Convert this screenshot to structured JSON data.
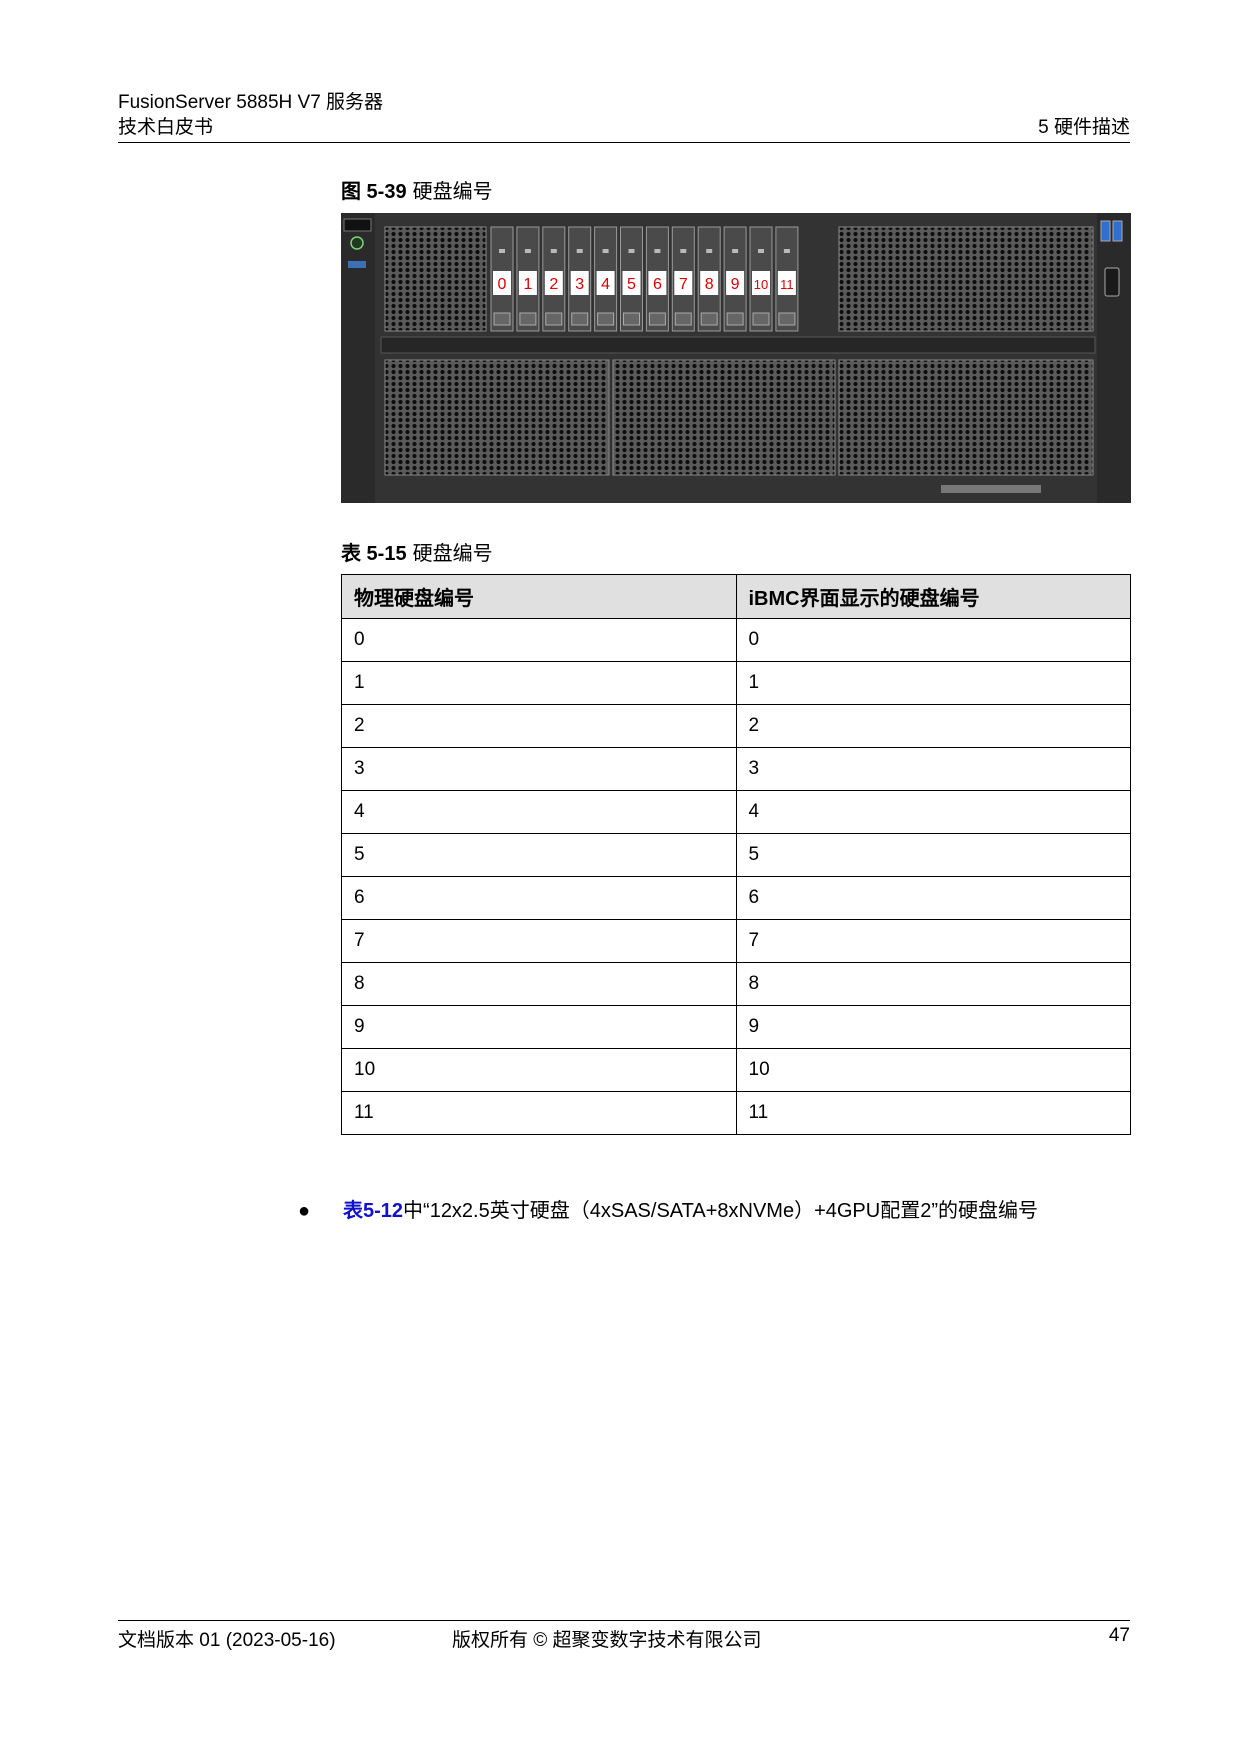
{
  "header": {
    "title": "FusionServer 5885H V7 服务器",
    "subtitle": "技术白皮书",
    "section": "5 硬件描述"
  },
  "figure": {
    "number": "图 5-39",
    "caption": "硬盘编号",
    "slot_labels": [
      "0",
      "1",
      "2",
      "3",
      "4",
      "5",
      "6",
      "7",
      "8",
      "9",
      "10",
      "11"
    ]
  },
  "table": {
    "number": "表 5-15",
    "caption": "硬盘编号",
    "headers": [
      "物理硬盘编号",
      "iBMC界面显示的硬盘编号"
    ],
    "rows": [
      [
        "0",
        "0"
      ],
      [
        "1",
        "1"
      ],
      [
        "2",
        "2"
      ],
      [
        "3",
        "3"
      ],
      [
        "4",
        "4"
      ],
      [
        "5",
        "5"
      ],
      [
        "6",
        "6"
      ],
      [
        "7",
        "7"
      ],
      [
        "8",
        "8"
      ],
      [
        "9",
        "9"
      ],
      [
        "10",
        "10"
      ],
      [
        "11",
        "11"
      ]
    ]
  },
  "bullet": {
    "symbol": "●",
    "link": "表5-12",
    "text": "中“12x2.5英寸硬盘（4xSAS/SATA+8xNVMe）+4GPU配置2”的硬盘编号"
  },
  "footer": {
    "left": "文档版本 01 (2023-05-16)",
    "center": "版权所有 © 超聚变数字技术有限公司",
    "page": "47"
  },
  "colors": {
    "link": "#1010d0",
    "table_header_bg": "#e0e0e0",
    "slot_label": "#e00000"
  }
}
